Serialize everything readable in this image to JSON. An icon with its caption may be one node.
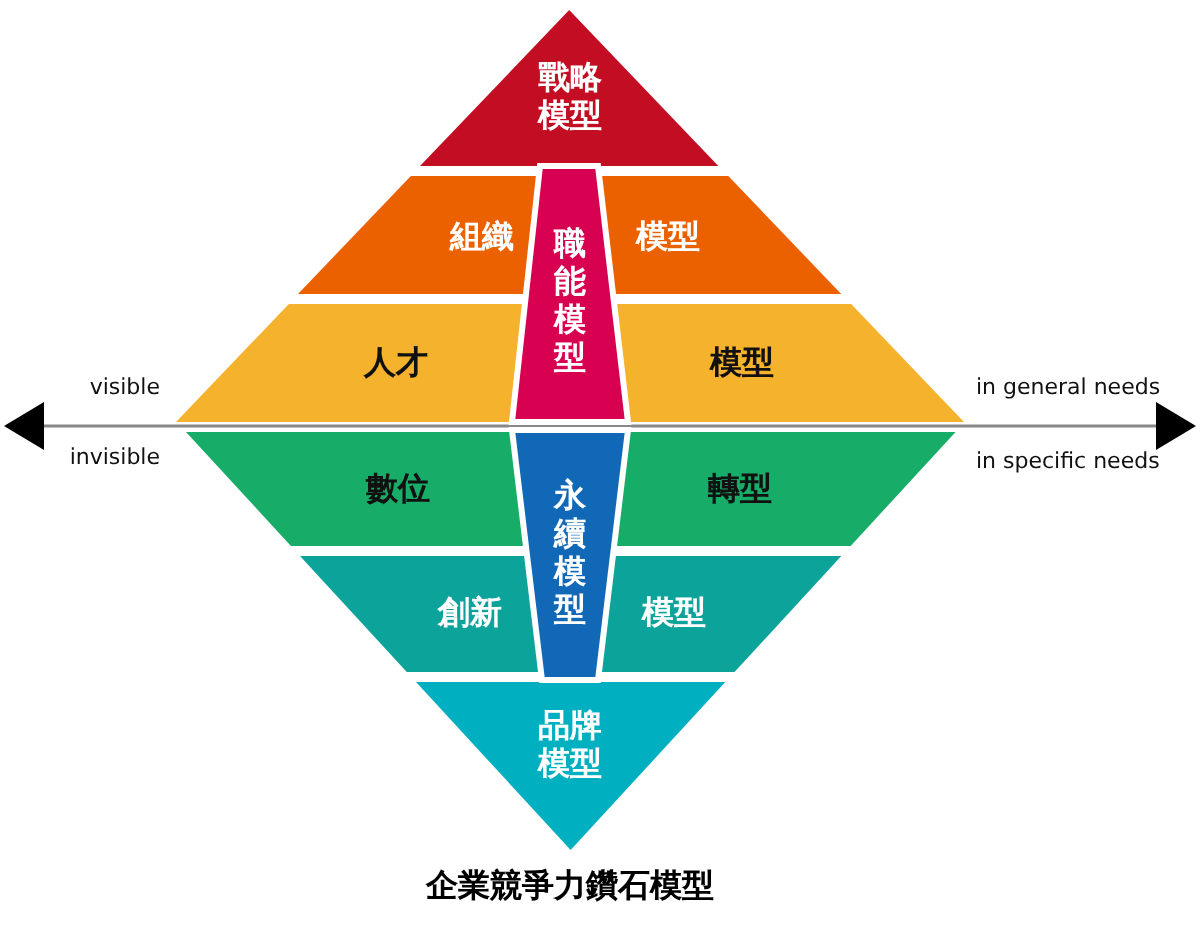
{
  "diagram": {
    "caption": "企業競爭力鑽石模型",
    "nodes": [
      {
        "text": [
          "戰略模型"
        ]
      },
      {
        "text": [
          "組織",
          "模型"
        ]
      },
      {
        "text": [
          "職能模型"
        ]
      },
      {
        "text": [
          "人才",
          "模型"
        ]
      },
      {
        "text": [
          "數位",
          "轉型"
        ]
      },
      {
        "text": [
          "永續模型"
        ]
      },
      {
        "text": [
          "創新",
          "模型"
        ]
      },
      {
        "text": [
          "品牌模型"
        ]
      }
    ],
    "labels": [
      "visible",
      "in general needs",
      "invisible",
      "in specific needs"
    ]
  }
}
